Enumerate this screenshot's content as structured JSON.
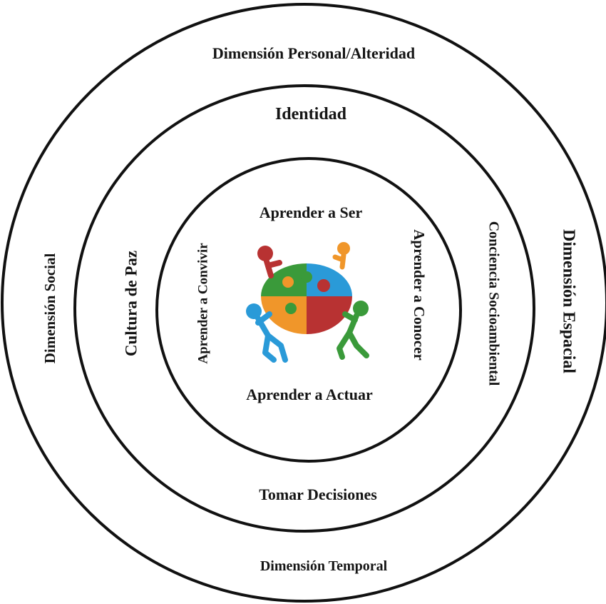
{
  "outer_ring": {
    "top": "Dimensión Personal/Alteridad",
    "left": "Dimensión Social",
    "right": "Dimensión Espacial",
    "bottom": "Dimensión Temporal"
  },
  "middle_ring": {
    "top": "Identidad",
    "left": "Cultura de Paz",
    "right": "Conciencia Socioambiental",
    "bottom": "Tomar Decisiones"
  },
  "inner_ring": {
    "top": "Aprender a Ser",
    "left": "Aprender a Convivir",
    "right": "Aprender a Conocer",
    "bottom": "Aprender a Actuar"
  },
  "center_image": {
    "icon": "puzzle-people-icon",
    "colors": [
      "#3a9a3a",
      "#2a9ad8",
      "#f0962a",
      "#b83232"
    ]
  }
}
